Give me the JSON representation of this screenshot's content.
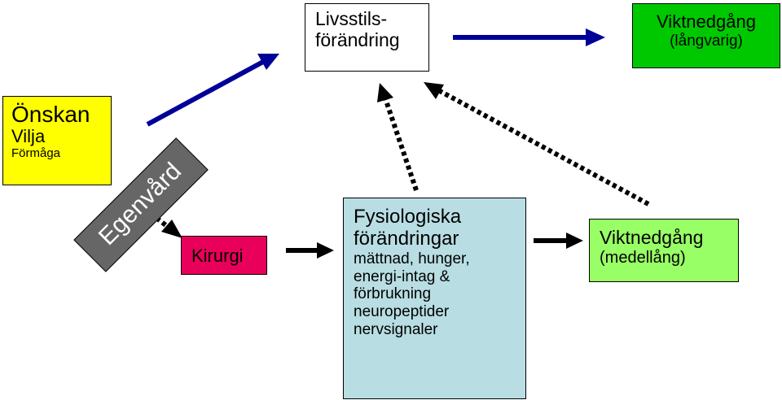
{
  "boxes": {
    "livsstil": {
      "line1": "Livsstils-",
      "line2": "förändring"
    },
    "viktnedgang_langvarig": {
      "line1": "Viktnedgång",
      "line2": "(långvarig)",
      "color": "#00c800"
    },
    "onskan": {
      "line1": "Önskan",
      "line2": "Vilja",
      "line3": "Förmåga",
      "color": "#ffff00"
    },
    "egenvard": {
      "label": "Egenvård",
      "color": "#666666"
    },
    "kirurgi": {
      "label": "Kirurgi",
      "color": "#e8005a"
    },
    "fysiologiska": {
      "line1": "Fysiologiska",
      "line2": "förändringar",
      "items": [
        "mättnad, hunger,",
        "energi-intag &",
        "förbrukning",
        "neuropeptider",
        "nervsignaler"
      ],
      "color": "#b8dde3"
    },
    "viktnedgang_medellang": {
      "line1": "Viktnedgång",
      "line2": "(medellång)",
      "color": "#99ff66"
    }
  },
  "arrows": [
    {
      "from": "onskan",
      "to": "livsstil",
      "style": "solid",
      "color": "#000099"
    },
    {
      "from": "livsstil",
      "to": "viktnedgang_langvarig",
      "style": "solid",
      "color": "#000099"
    },
    {
      "from": "egenvard",
      "to": "kirurgi",
      "style": "dotted",
      "color": "#000000"
    },
    {
      "from": "kirurgi",
      "to": "fysiologiska",
      "style": "solid",
      "color": "#000000"
    },
    {
      "from": "fysiologiska",
      "to": "viktnedgang_medellang",
      "style": "solid",
      "color": "#000000"
    },
    {
      "from": "fysiologiska",
      "to": "livsstil",
      "style": "dotted",
      "color": "#000000"
    },
    {
      "from": "viktnedgang_medellang",
      "to": "livsstil",
      "style": "dotted",
      "color": "#000000"
    }
  ]
}
